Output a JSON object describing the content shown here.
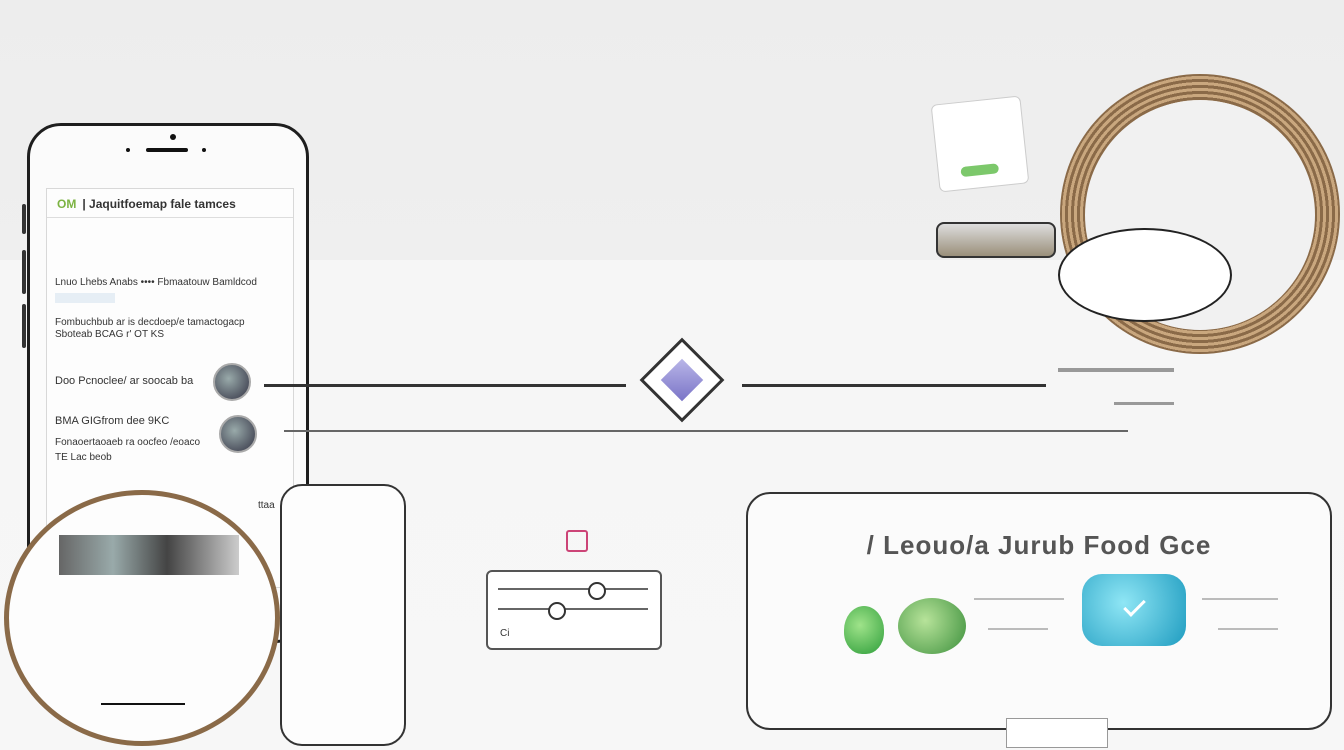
{
  "phone": {
    "header_logo": "OM",
    "header_title": "| Jaquitfoemap fale tamces",
    "rows": [
      {
        "text": "Lnuo Lhebs Anabs  ••••  Fbmaatouw  Bamldcod"
      },
      {
        "text": "Fombuchbub ar is decdoep/e tamactogacp"
      },
      {
        "text": "Sboteab BCAG r' OT KS"
      },
      {
        "text": "Doo Pcnoclee/ ar soocab ba"
      },
      {
        "text": "BMA GIGfrom dee 9KC"
      },
      {
        "text": "Fonaoertaoaeb ra oocfeo /eoaco"
      },
      {
        "text": "TE Lac beob"
      }
    ],
    "footer_text": "ttaa"
  },
  "card": {
    "title": "/ Leouo/a Jurub Food Gce"
  },
  "widget_label": "Ci"
}
